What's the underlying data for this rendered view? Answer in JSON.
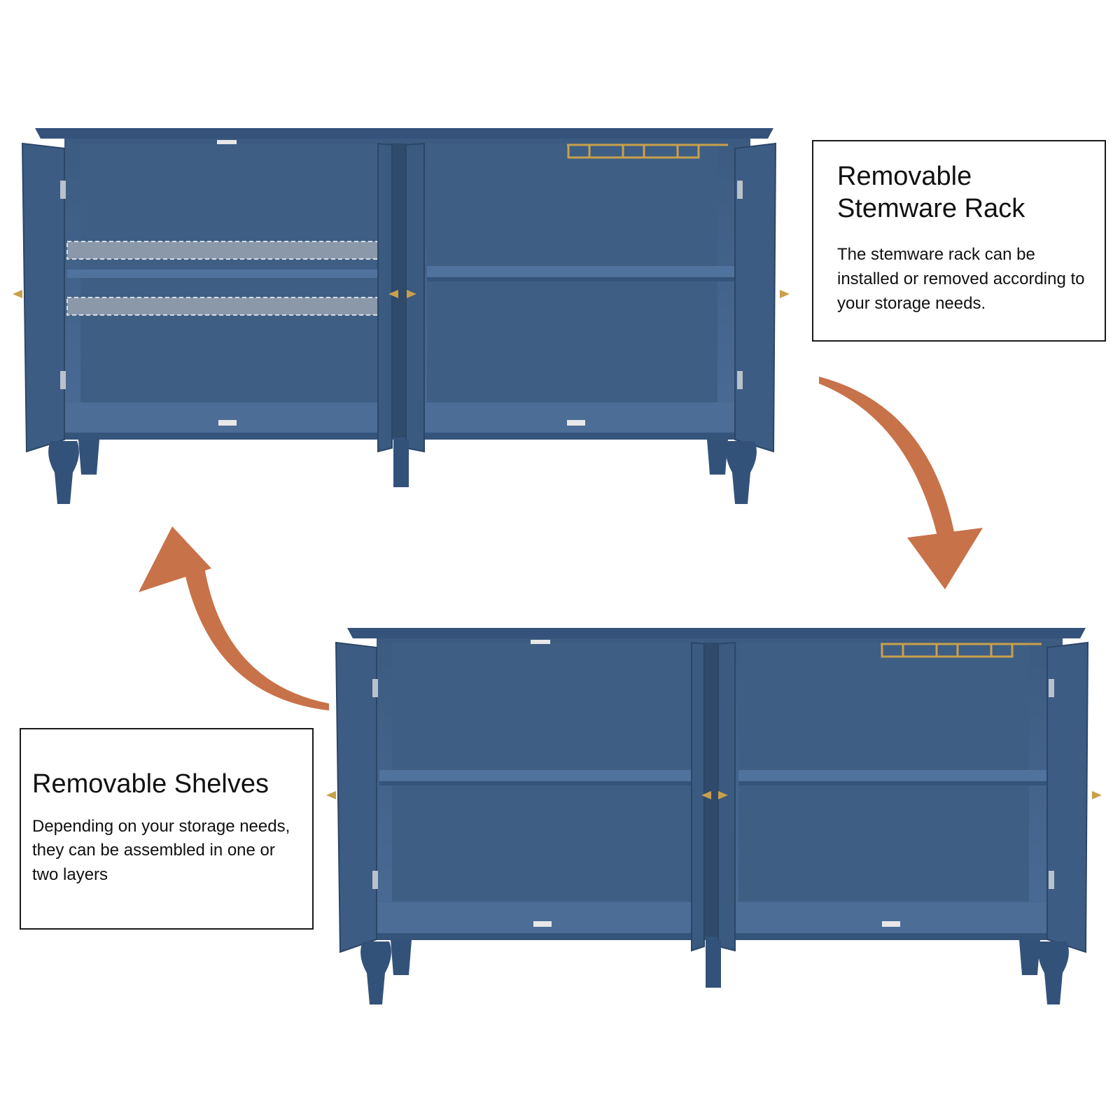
{
  "colors": {
    "cabinet": "#3f5f85",
    "cabinet_dark": "#2f4a6b",
    "cabinet_interior": "#466790",
    "hardware": "#c9a04a",
    "arrow": "#c8724a"
  },
  "stemware_callout": {
    "title": "Removable Stemware Rack",
    "body": "The stemware rack can be installed or removed according to your storage needs."
  },
  "shelves_callout": {
    "title": "Removable Shelves",
    "body": "Depending on your storage needs, they can be assembled in one or two layers"
  }
}
